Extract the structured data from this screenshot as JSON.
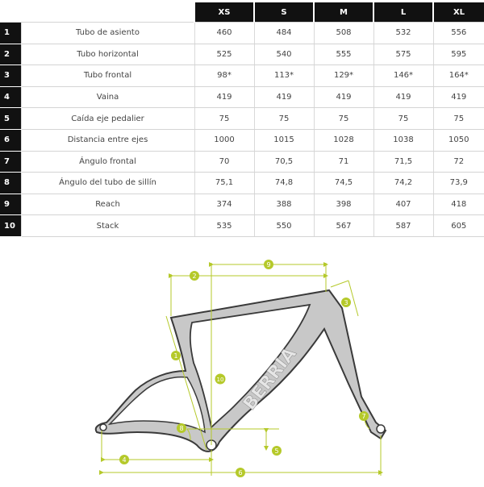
{
  "table": {
    "sizes": [
      "XS",
      "S",
      "M",
      "L",
      "XL"
    ],
    "rows": [
      {
        "n": "1",
        "label": "Tubo de asiento",
        "values": [
          "460",
          "484",
          "508",
          "532",
          "556"
        ]
      },
      {
        "n": "2",
        "label": "Tubo horizontal",
        "values": [
          "525",
          "540",
          "555",
          "575",
          "595"
        ]
      },
      {
        "n": "3",
        "label": "Tubo frontal",
        "values": [
          "98*",
          "113*",
          "129*",
          "146*",
          "164*"
        ]
      },
      {
        "n": "4",
        "label": "Vaina",
        "values": [
          "419",
          "419",
          "419",
          "419",
          "419"
        ]
      },
      {
        "n": "5",
        "label": "Caída eje pedalier",
        "values": [
          "75",
          "75",
          "75",
          "75",
          "75"
        ]
      },
      {
        "n": "6",
        "label": "Distancia entre ejes",
        "values": [
          "1000",
          "1015",
          "1028",
          "1038",
          "1050"
        ]
      },
      {
        "n": "7",
        "label": "Ángulo frontal",
        "values": [
          "70",
          "70,5",
          "71",
          "71,5",
          "72"
        ]
      },
      {
        "n": "8",
        "label": "Ángulo del tubo de sillín",
        "values": [
          "75,1",
          "74,8",
          "74,5",
          "74,2",
          "73,9"
        ]
      },
      {
        "n": "9",
        "label": "Reach",
        "values": [
          "374",
          "388",
          "398",
          "407",
          "418"
        ]
      },
      {
        "n": "10",
        "label": "Stack",
        "values": [
          "535",
          "550",
          "567",
          "587",
          "605"
        ]
      }
    ]
  },
  "diagram": {
    "markers": [
      "1",
      "2",
      "3",
      "4",
      "5",
      "6",
      "7",
      "8",
      "9",
      "10"
    ],
    "frame_text": "BERRIA",
    "colors": {
      "frame_fill": "#c8c8c8",
      "frame_stroke": "#3a3a3a",
      "measure": "#b5c92a"
    }
  }
}
